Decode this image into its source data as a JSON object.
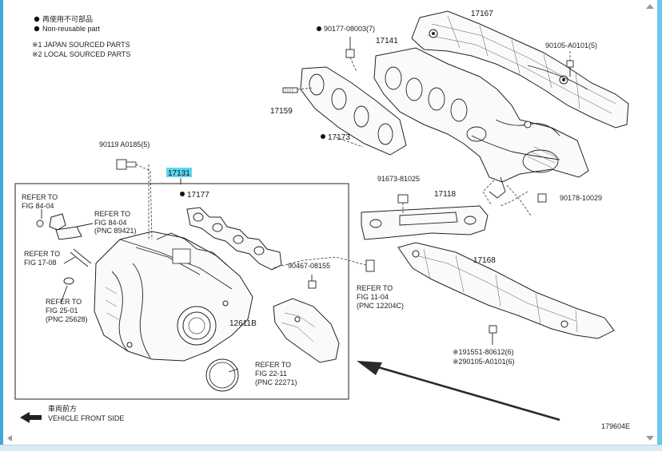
{
  "legend": {
    "non_reusable_jp": "再使用不可部品",
    "non_reusable_en": "Non-reusable part",
    "japan_sourced": "※1 JAPAN SOURCED PARTS",
    "local_sourced": "※2 LOCAL SOURCED PARTS"
  },
  "callouts": {
    "p17167": "17167",
    "p90177": "90177-08003(7)",
    "p17141": "17141",
    "p90105": "90105-A0101(5)",
    "p17159": "17159",
    "p17173": "17173",
    "p90119": "90119  A0185(5)",
    "p17131": "17131",
    "p17177": "17177",
    "p91673": "91673-81025",
    "p17118": "17118",
    "p90178": "90178-10029",
    "p17168": "17168",
    "p90467": "90467-08155",
    "p12611B": "12611B",
    "p91551": "※191551-80612(6)",
    "p290105": "※290105-A0101(6)"
  },
  "refs": {
    "r1_a": "REFER TO",
    "r1_b": "FIG 84-04",
    "r2_a": "REFER TO",
    "r2_b": "FIG 84-04",
    "r2_c": "(PNC 89421)",
    "r3_a": "REFER TO",
    "r3_b": "FIG 17-08",
    "r4_a": "REFER TO",
    "r4_b": "FIG 25-01",
    "r4_c": "(PNC 25628)",
    "r5_a": "REFER TO",
    "r5_b": "FIG 11-04",
    "r5_c": "(PNC 12204C)",
    "r6_a": "REFER TO",
    "r6_b": "FIG 22-11",
    "r6_c": "(PNC 22271)"
  },
  "front": {
    "jp": "車両前方",
    "en": "VEHICLE FRONT SIDE"
  },
  "figure_code": "179604E",
  "colors": {
    "highlight": "#5ad8f0",
    "window_blue": "#3fa9d5"
  },
  "icons": [
    "filled-dot-icon",
    "arrow-left-icon",
    "scroll-up-icon",
    "scroll-down-icon",
    "scroll-left-icon"
  ]
}
